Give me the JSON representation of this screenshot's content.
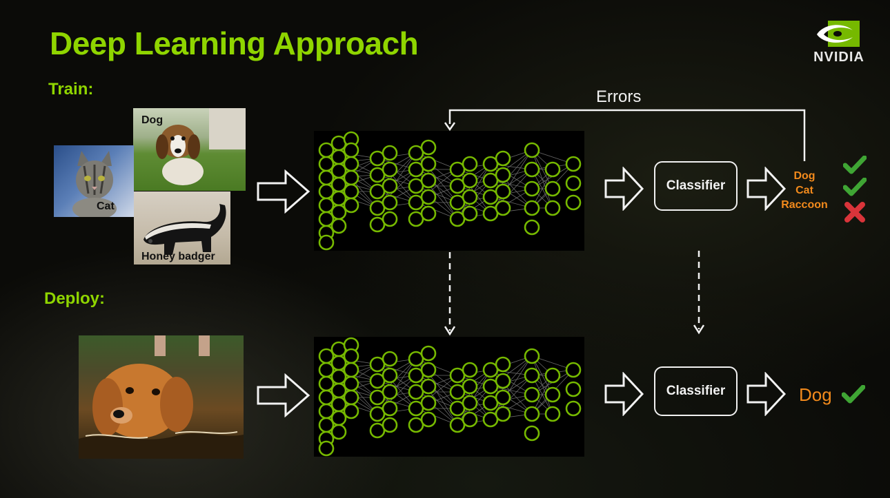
{
  "slide": {
    "title": "Deep Learning Approach",
    "brand": "NVIDIA",
    "train_label": "Train:",
    "deploy_label": "Deploy:"
  },
  "train": {
    "image_labels": [
      "Dog",
      "Cat",
      "Honey badger"
    ],
    "classifier_label": "Classifier",
    "feedback_label": "Errors",
    "outputs": [
      {
        "label": "Dog",
        "status": "correct"
      },
      {
        "label": "Cat",
        "status": "correct"
      },
      {
        "label": "Raccoon",
        "status": "incorrect"
      }
    ]
  },
  "deploy": {
    "classifier_label": "Classifier",
    "output": {
      "label": "Dog",
      "status": "correct"
    }
  },
  "colors": {
    "title_green": "#8fd500",
    "neuron_green": "#76b900",
    "output_orange": "#f28a1c",
    "check_green": "#3fa534",
    "cross_red": "#d9343a"
  },
  "icons": [
    "nvidia-logo-icon",
    "check-icon",
    "cross-icon",
    "hollow-arrow-icon"
  ]
}
